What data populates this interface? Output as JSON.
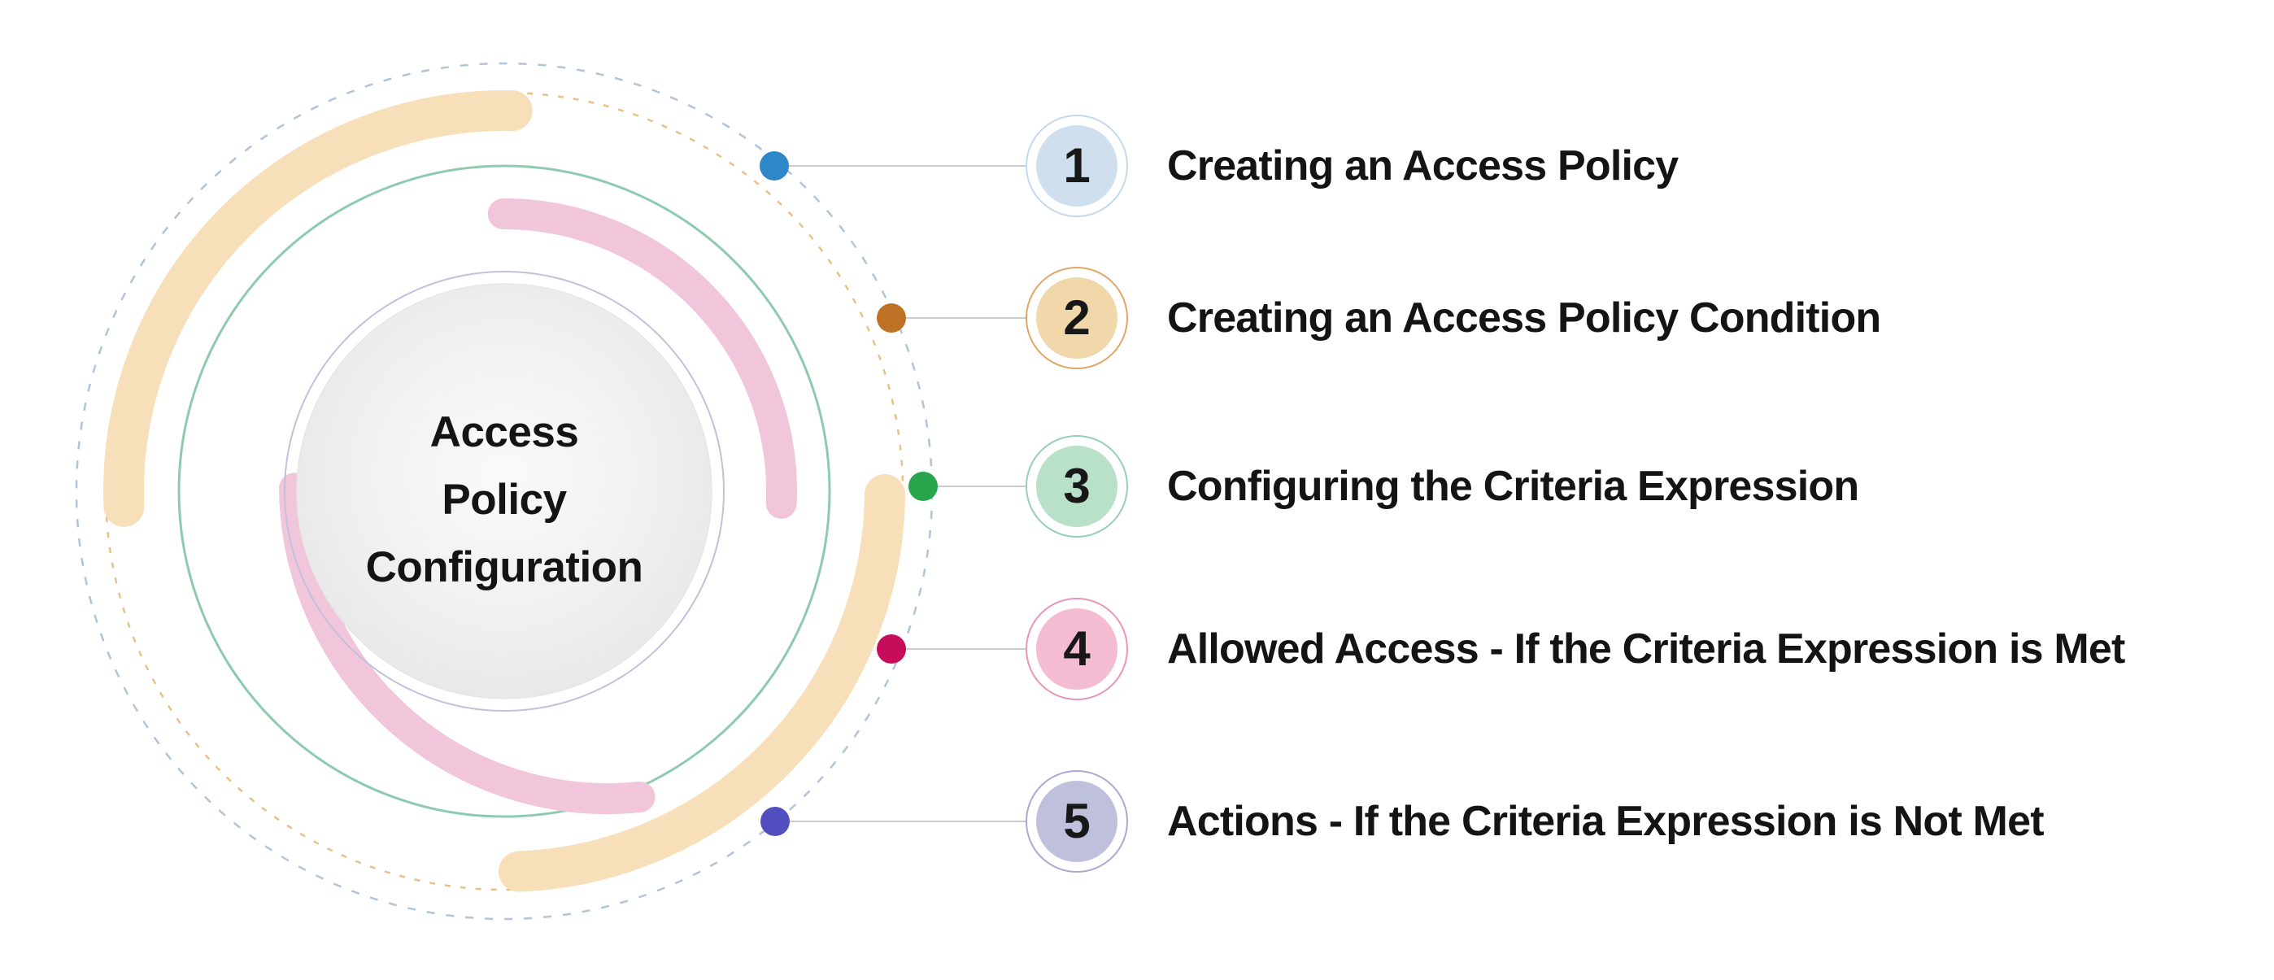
{
  "center_title": {
    "lines": [
      "Access",
      "Policy",
      "Configuration"
    ]
  },
  "steps": [
    {
      "number": "1",
      "label": "Creating an Access Policy",
      "colors": {
        "dot": "#2d87c9",
        "badge_fill": "#cfdfee",
        "badge_ring": "#c4d9ed"
      }
    },
    {
      "number": "2",
      "label": "Creating an Access Policy Condition",
      "colors": {
        "dot": "#bf7226",
        "badge_fill": "#f1d8ab",
        "badge_ring": "#dfa763"
      }
    },
    {
      "number": "3",
      "label": "Configuring the Criteria Expression",
      "colors": {
        "dot": "#28a44c",
        "badge_fill": "#b9e0c8",
        "badge_ring": "#96cfb2"
      }
    },
    {
      "number": "4",
      "label": "Allowed Access - If the Criteria Expression is Met",
      "colors": {
        "dot": "#c60d5c",
        "badge_fill": "#f4bcd3",
        "badge_ring": "#e895b8"
      }
    },
    {
      "number": "5",
      "label": "Actions - If the Criteria Expression is Not Met",
      "colors": {
        "dot": "#514fc0",
        "badge_fill": "#bfc1dc",
        "badge_ring": "#a9aad1"
      }
    }
  ],
  "diagram_colors": {
    "outer_dashed_ring": "#b0c4da",
    "orange_dashed_ring": "#e9c088",
    "green_ring": "#8ecbad",
    "lavender_ring": "#c3c0dc",
    "peach_arc": "#f7dfba",
    "pink_arc": "#f2c6da",
    "connector_line": "#c9cbcd",
    "disc_edge": "#e6e6e6",
    "disc_center": "#fafafa"
  }
}
